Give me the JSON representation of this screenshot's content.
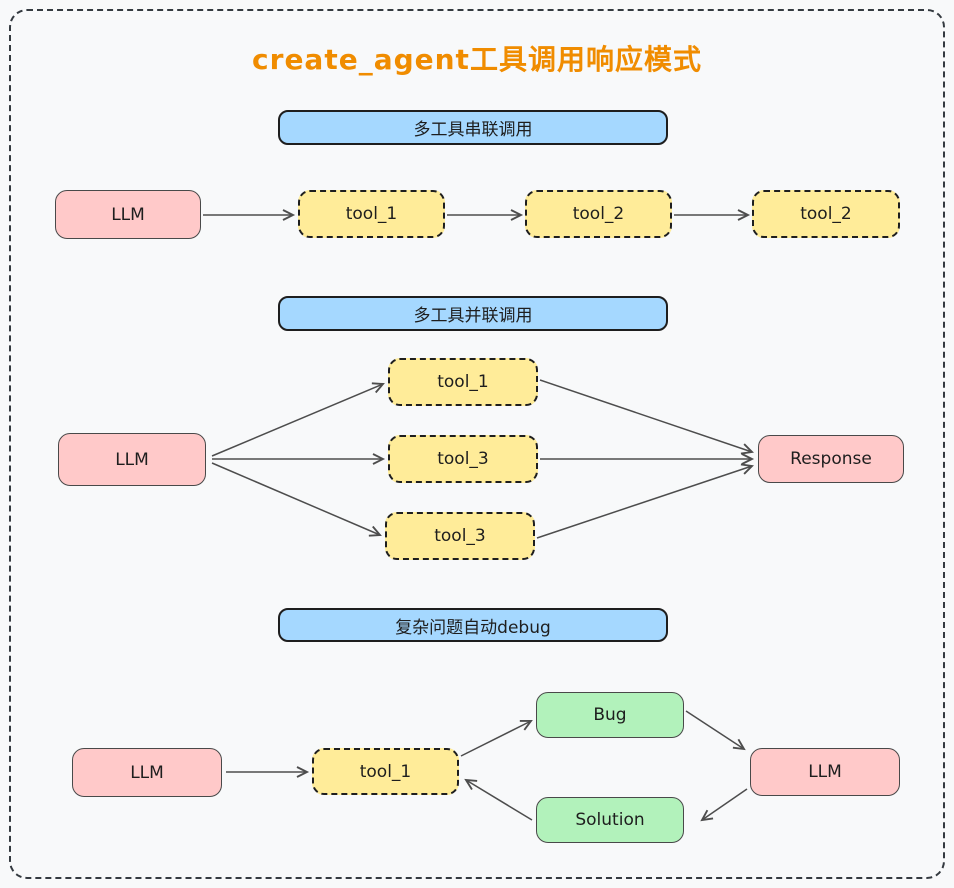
{
  "title": "create_agent工具调用响应模式",
  "colors": {
    "background": "#f8f9fa",
    "title": "#f08c00",
    "header_fill": "#a5d8ff",
    "llm_fill": "#ffc9c9",
    "tool_fill": "#ffec99",
    "result_fill": "#b2f2bb",
    "stroke": "#1e1e1e",
    "arrow": "#4d4d4d"
  },
  "section1": {
    "header": "多工具串联调用",
    "nodes": {
      "llm": "LLM",
      "tool1": "tool_1",
      "tool2a": "tool_2",
      "tool2b": "tool_2"
    }
  },
  "section2": {
    "header": "多工具并联调用",
    "nodes": {
      "llm": "LLM",
      "tool1": "tool_1",
      "tool3a": "tool_3",
      "tool3b": "tool_3",
      "response": "Response"
    }
  },
  "section3": {
    "header": "复杂问题自动debug",
    "nodes": {
      "llm1": "LLM",
      "tool1": "tool_1",
      "bug": "Bug",
      "solution": "Solution",
      "llm2": "LLM"
    }
  }
}
